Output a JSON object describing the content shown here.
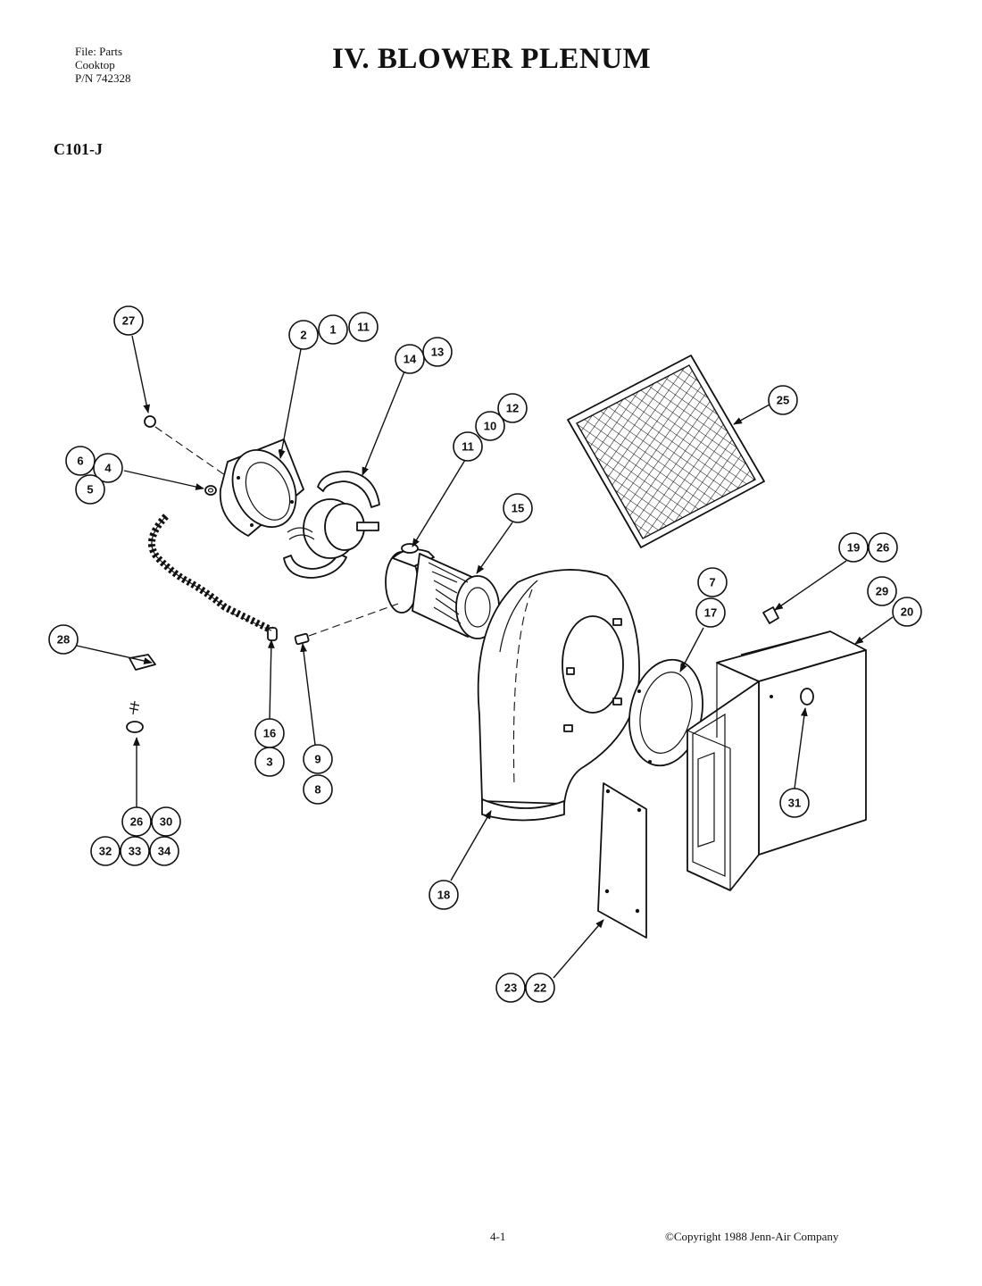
{
  "header": {
    "file_lines": [
      "File: Parts",
      "Cooktop",
      "P/N 742328"
    ],
    "title": "IV.  BLOWER PLENUM",
    "model": "C101-J"
  },
  "footer": {
    "page": "4-1",
    "copyright": "©Copyright 1988 Jenn-Air Company"
  },
  "callouts": [
    {
      "label": "27",
      "part": "nut"
    },
    {
      "label": "2",
      "part": "motor-mount-ring"
    },
    {
      "label": "1",
      "part": "motor-mount-ring"
    },
    {
      "label": "11",
      "part": "motor-mount-ring"
    },
    {
      "label": "14",
      "part": "motor-bracket"
    },
    {
      "label": "13",
      "part": "motor-bracket"
    },
    {
      "label": "12",
      "part": "blower-motor"
    },
    {
      "label": "10",
      "part": "blower-motor"
    },
    {
      "label": "11",
      "part": "blower-motor"
    },
    {
      "label": "25",
      "part": "filter"
    },
    {
      "label": "6",
      "part": "grommet"
    },
    {
      "label": "4",
      "part": "grommet"
    },
    {
      "label": "5",
      "part": "grommet"
    },
    {
      "label": "15",
      "part": "blower-wheel"
    },
    {
      "label": "19",
      "part": "clip"
    },
    {
      "label": "26",
      "part": "clip"
    },
    {
      "label": "7",
      "part": "gasket"
    },
    {
      "label": "17",
      "part": "gasket"
    },
    {
      "label": "29",
      "part": "plenum-box"
    },
    {
      "label": "20",
      "part": "plenum-box"
    },
    {
      "label": "28",
      "part": "ground-clip"
    },
    {
      "label": "16",
      "part": "connector"
    },
    {
      "label": "3",
      "part": "connector"
    },
    {
      "label": "9",
      "part": "screw"
    },
    {
      "label": "8",
      "part": "screw"
    },
    {
      "label": "31",
      "part": "latch"
    },
    {
      "label": "26",
      "part": "screw-set"
    },
    {
      "label": "30",
      "part": "screw-set"
    },
    {
      "label": "32",
      "part": "screw-set"
    },
    {
      "label": "33",
      "part": "screw-set"
    },
    {
      "label": "34",
      "part": "screw-set"
    },
    {
      "label": "18",
      "part": "blower-housing"
    },
    {
      "label": "23",
      "part": "cover-plate"
    },
    {
      "label": "22",
      "part": "cover-plate"
    }
  ]
}
